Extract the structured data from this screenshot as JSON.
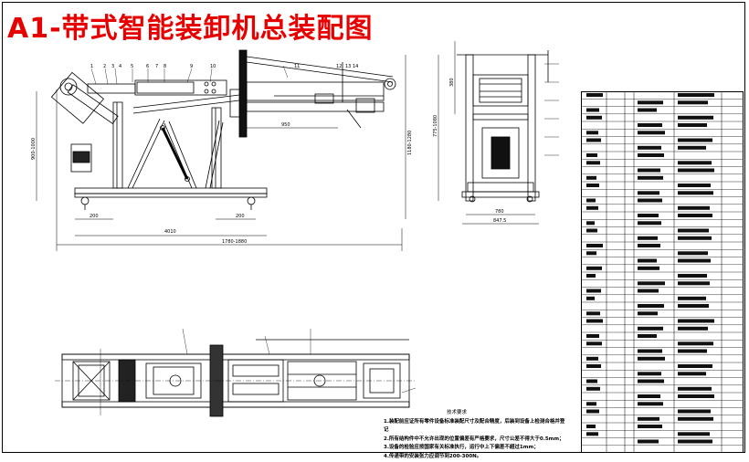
{
  "title": "A1-带式智能装卸机总装配图",
  "front_view": {
    "dims": {
      "d200": "200",
      "d4010": "4010",
      "d200b": "200",
      "d1780": "1780-1880",
      "h900": "900-1000",
      "h1180": "1180-1280",
      "d950": "950"
    },
    "balloons": [
      "1",
      "2",
      "3",
      "4",
      "5",
      "6",
      "7",
      "8",
      "9",
      "10",
      "11",
      "12",
      "13",
      "14"
    ]
  },
  "side_view": {
    "dims": {
      "h380": "380",
      "h775": "775-1080",
      "w780": "780",
      "w847": "847.5"
    }
  },
  "notes": {
    "title": "技术要求",
    "lines": [
      "1.装配前应证所有零件设备标准装配尺寸及配合精度，后装到设备上检测合格并登记",
      "2.所有结构件中不允许出现的位置偏差有严格要求，尺寸公差不得大于0.5mm；",
      "3.设备的检验应按国家有关标准执行，运行中上下偏差不超过1mm；",
      "4.传递带的安装张力应调节到200-300N。"
    ]
  }
}
